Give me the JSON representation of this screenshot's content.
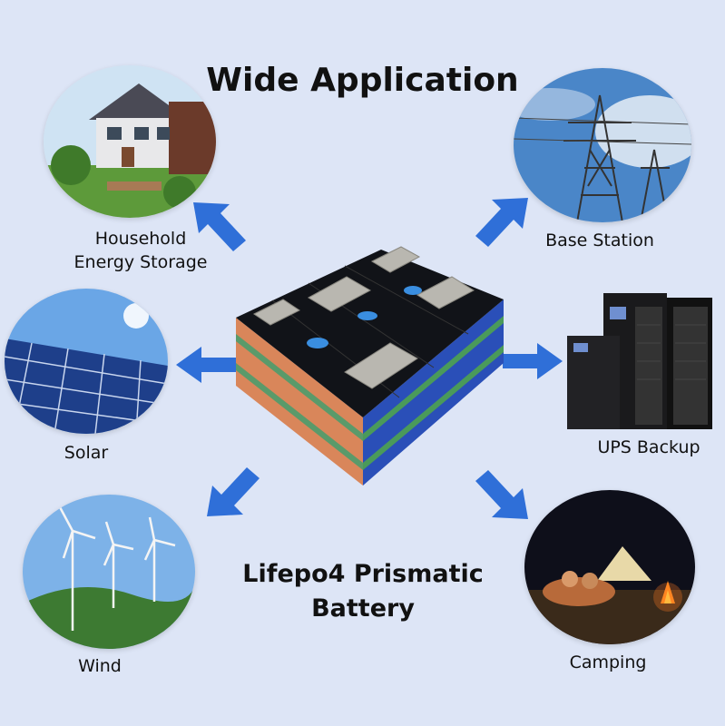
{
  "title": "Wide Application",
  "subtitle": {
    "line1": "Lifepo4 Prismatic",
    "line2": "Battery"
  },
  "applications": {
    "household": {
      "line1": "Household",
      "line2": "Energy Storage"
    },
    "base_station": "Base Station",
    "solar": "Solar",
    "ups": "UPS Backup",
    "wind": "Wind",
    "camping": "Camping"
  },
  "colors": {
    "background": "#dde5f6",
    "arrow": "#2f6fd8"
  }
}
